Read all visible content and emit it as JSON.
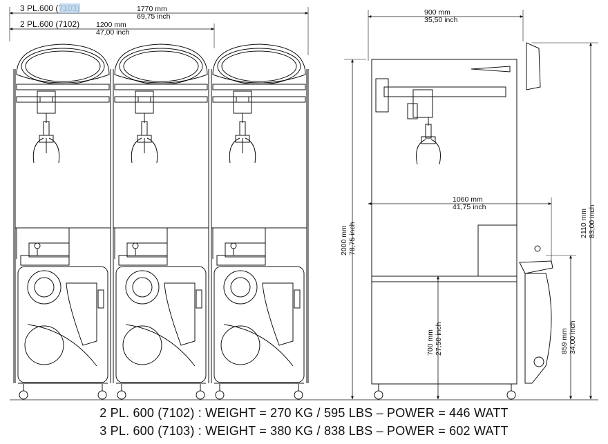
{
  "header": {
    "model3_prefix": "3 PL.600 (",
    "model3_code": "7103",
    "model3_suffix": ")",
    "model2": "2 PL.600 (7102)"
  },
  "dimensions": {
    "width3_mm": "1770 mm",
    "width3_inch": "69,75 inch",
    "width2_mm": "1200 mm",
    "width2_inch": "47,00 inch",
    "depth_top_mm": "900 mm",
    "depth_top_inch": "35,50 inch",
    "depth_mid_mm": "1060 mm",
    "depth_mid_inch": "41,75 inch",
    "height_front_mm": "2000 mm",
    "height_front_inch": "78,75 inch",
    "height_total_mm": "2110 mm",
    "height_total_inch": "83,00 inch",
    "height_base_mm": "700 mm",
    "height_base_inch": "27,50 inch",
    "height_control_mm": "859 mm",
    "height_control_inch": "34,00 inch"
  },
  "footer": {
    "line1": "2 PL. 600 (7102) : WEIGHT = 270 KG / 595 LBS – POWER = 446 WATT",
    "line2": "3 PL. 600 (7103) : WEIGHT = 380 KG / 838 LBS – POWER = 602 WATT"
  },
  "colors": {
    "line": "#111111",
    "highlight": "#b9d3ec"
  }
}
